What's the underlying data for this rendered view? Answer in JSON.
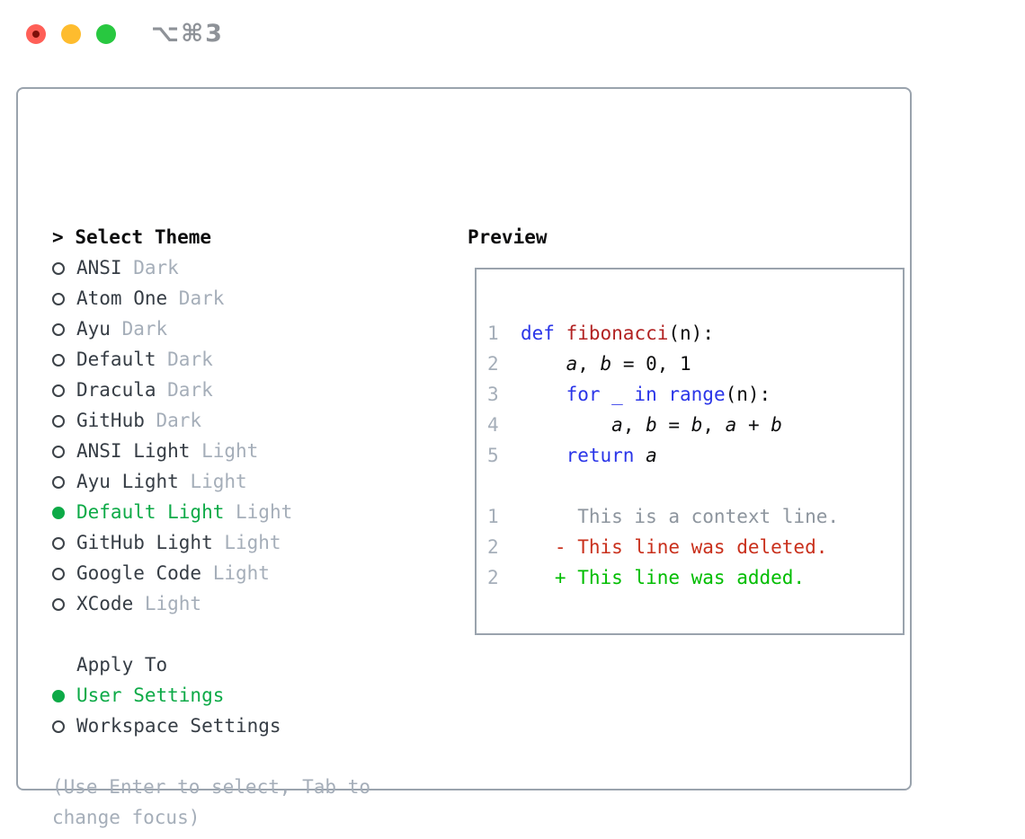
{
  "titlebar": {
    "shortcut": "⌥⌘3",
    "traffic_lights": [
      {
        "name": "close",
        "color": "#ff5f57",
        "dot_color": "#7e100a"
      },
      {
        "name": "minimize",
        "color": "#febc2e"
      },
      {
        "name": "zoom",
        "color": "#28c840"
      }
    ]
  },
  "theme_selector": {
    "prompt": ">",
    "title": "Select Theme",
    "items": [
      {
        "name": "ANSI",
        "variant": "Dark",
        "selected": false
      },
      {
        "name": "Atom One",
        "variant": "Dark",
        "selected": false
      },
      {
        "name": "Ayu",
        "variant": "Dark",
        "selected": false
      },
      {
        "name": "Default",
        "variant": "Dark",
        "selected": false
      },
      {
        "name": "Dracula",
        "variant": "Dark",
        "selected": false
      },
      {
        "name": "GitHub",
        "variant": "Dark",
        "selected": false
      },
      {
        "name": "ANSI Light",
        "variant": "Light",
        "selected": false
      },
      {
        "name": "Ayu Light",
        "variant": "Light",
        "selected": false
      },
      {
        "name": "Default Light",
        "variant": "Light",
        "selected": true
      },
      {
        "name": "GitHub Light",
        "variant": "Light",
        "selected": false
      },
      {
        "name": "Google Code",
        "variant": "Light",
        "selected": false
      },
      {
        "name": "XCode",
        "variant": "Light",
        "selected": false
      }
    ]
  },
  "apply_to": {
    "title": "Apply To",
    "options": [
      {
        "label": "User Settings",
        "selected": true
      },
      {
        "label": "Workspace Settings",
        "selected": false
      }
    ]
  },
  "help": {
    "line1": "(Use Enter to select, Tab to",
    "line2": "change focus)"
  },
  "preview": {
    "title": "Preview",
    "code_lines": [
      {
        "num": "1",
        "segments": [
          {
            "t": "def",
            "s": "k"
          },
          {
            "t": " "
          },
          {
            "t": "fibonacci",
            "s": "f"
          },
          {
            "t": "(n):"
          }
        ]
      },
      {
        "num": "2",
        "segments": [
          {
            "t": "    "
          },
          {
            "t": "a",
            "s": "v"
          },
          {
            "t": ", "
          },
          {
            "t": "b",
            "s": "v"
          },
          {
            "t": " = 0, 1"
          }
        ]
      },
      {
        "num": "3",
        "segments": [
          {
            "t": "    "
          },
          {
            "t": "for _ in range",
            "s": "k"
          },
          {
            "t": "(n):"
          }
        ]
      },
      {
        "num": "4",
        "segments": [
          {
            "t": "        "
          },
          {
            "t": "a",
            "s": "v"
          },
          {
            "t": ", "
          },
          {
            "t": "b",
            "s": "v"
          },
          {
            "t": " = "
          },
          {
            "t": "b",
            "s": "v"
          },
          {
            "t": ", "
          },
          {
            "t": "a",
            "s": "v"
          },
          {
            "t": " + "
          },
          {
            "t": "b",
            "s": "v"
          }
        ]
      },
      {
        "num": "5",
        "segments": [
          {
            "t": "    "
          },
          {
            "t": "return",
            "s": "k"
          },
          {
            "t": " "
          },
          {
            "t": "a",
            "s": "v"
          }
        ]
      }
    ],
    "diff_lines": [
      {
        "num": "1",
        "kind": "ctx",
        "text": "     This is a context line."
      },
      {
        "num": "2",
        "kind": "del",
        "text": "   - This line was deleted."
      },
      {
        "num": "2",
        "kind": "add",
        "text": "   + This line was added."
      }
    ]
  },
  "colors": {
    "accent_green": "#0daa47",
    "keyword_blue": "#2a35e8",
    "function_red": "#b22222",
    "deleted_red": "#c9301c",
    "added_green": "#00bd00",
    "context_gray": "#8d959e",
    "muted_gray": "#a5aeb9",
    "border_gray": "#9aa3ad"
  }
}
